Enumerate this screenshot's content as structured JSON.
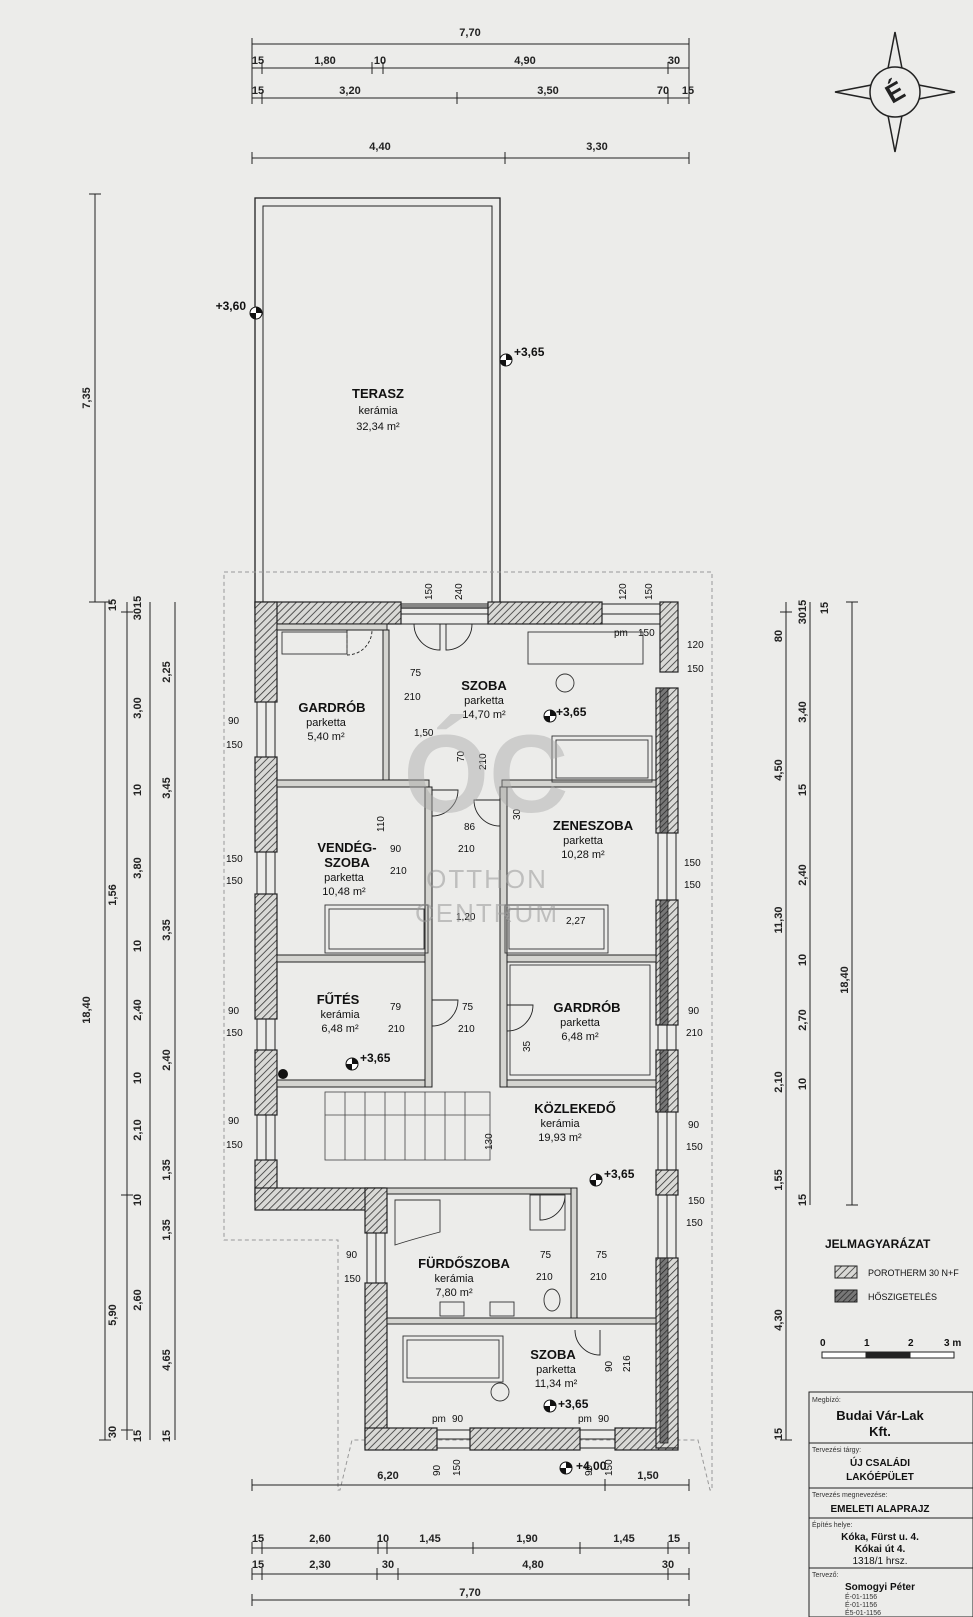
{
  "top_dims": {
    "overall": "7,70",
    "row1": [
      "15",
      "1,80",
      "10",
      "4,90",
      "30"
    ],
    "row2": [
      "15",
      "3,20",
      "3,50",
      "70",
      "15"
    ],
    "row3": [
      "4,40",
      "3,30"
    ]
  },
  "bottom_dims": {
    "row1": [
      "6,20",
      "1,50"
    ],
    "row2": [
      "15",
      "2,60",
      "10",
      "1,45",
      "1,90",
      "1,45",
      "15"
    ],
    "row3": [
      "15",
      "2,30",
      "30",
      "4,80",
      "30"
    ],
    "overall": "7,70"
  },
  "left_dims": {
    "terrace": "7,35",
    "overall": "18,40",
    "a": "1,56",
    "b": "5,90",
    "c": [
      "15",
      "3015"
    ],
    "d": [
      "2,25",
      "3,00",
      "10",
      "3,45",
      "3,80",
      "3,35",
      "10",
      "2,40",
      "10",
      "2,40",
      "2,10",
      "1,35",
      "10",
      "1,35",
      "2,60",
      "4,65",
      "30",
      "15",
      "15"
    ]
  },
  "right_dims": {
    "overall": "18,40",
    "a": "11,30",
    "b": [
      "4,50",
      "3,40",
      "15",
      "2,40",
      "10",
      "2,70",
      "10",
      "2,10",
      "1,55",
      "15",
      "4,30",
      "15"
    ],
    "c": [
      "80",
      "3015",
      "15"
    ]
  },
  "rooms": {
    "terasz": {
      "name": "TERASZ",
      "floor": "kerámia",
      "area": "32,34 m²"
    },
    "szoba1": {
      "name": "SZOBA",
      "floor": "parketta",
      "area": "14,70 m²"
    },
    "gardrob1": {
      "name": "GARDRÓB",
      "floor": "parketta",
      "area": "5,40 m²"
    },
    "vendeg": {
      "name1": "VENDÉG-",
      "name2": "SZOBA",
      "floor": "parketta",
      "area": "10,48 m²"
    },
    "zene": {
      "name": "ZENESZOBA",
      "floor": "parketta",
      "area": "10,28 m²"
    },
    "futes": {
      "name": "FŰTÉS",
      "floor": "kerámia",
      "area": "6,48 m²"
    },
    "gardrob2": {
      "name": "GARDRÓB",
      "floor": "parketta",
      "area": "6,48 m²"
    },
    "kozlekedo": {
      "name": "KÖZLEKEDŐ",
      "floor": "kerámia",
      "area": "19,93 m²"
    },
    "furdo": {
      "name": "FÜRDŐSZOBA",
      "floor": "kerámia",
      "area": "7,80 m²"
    },
    "szoba2": {
      "name": "SZOBA",
      "floor": "parketta",
      "area": "11,34 m²"
    }
  },
  "levels": {
    "l360": "+3,60",
    "l365": "+3,65",
    "l400": "+4,00"
  },
  "openings": {
    "o150": "150",
    "o240": "240",
    "o120": "120",
    "o90": "90",
    "o75": "75",
    "o210": "210",
    "o70": "70",
    "o86": "86",
    "o110": "110",
    "o150b": "1,50",
    "o120b": "1,20",
    "o79": "79",
    "o35": "35",
    "o30": "30",
    "o227": "2,27",
    "pm": "pm",
    "o216": "216",
    "o130": "130"
  },
  "watermark": {
    "logo": "ÓC",
    "line1": "OTTHON",
    "line2": "CENTRUM"
  },
  "legend": {
    "title": "JELMAGYARÁZAT",
    "item1": "POROTHERM 30 N+F",
    "item2": "HŐSZIGETELÉS",
    "scale": [
      "0",
      "1",
      "2",
      "3 m"
    ]
  },
  "title_block": {
    "client_label": "Megbízó:",
    "client1": "Budai Vár-Lak",
    "client2": "Kft.",
    "subject_label": "Tervezési tárgy:",
    "subject1": "ÚJ CSALÁDI",
    "subject2": "LAKÓÉPÜLET",
    "drawing_label": "Tervezés megnevezése:",
    "drawing": "EMELETI ALAPRAJZ",
    "site_label": "Építés helye:",
    "site1": "Kóka, Fürst u. 4.",
    "site2": "Kókai út 4.",
    "site3": "1318/1 hrsz.",
    "designer_label": "Tervező:",
    "designer": "Somogyi Péter",
    "reg": [
      "É-01-1156",
      "É-01-1156",
      "É5-01-1156"
    ]
  },
  "north": {
    "letter": "É"
  },
  "colors": {
    "paper": "#ececea",
    "line": "#222222",
    "hatch": "#555555"
  }
}
